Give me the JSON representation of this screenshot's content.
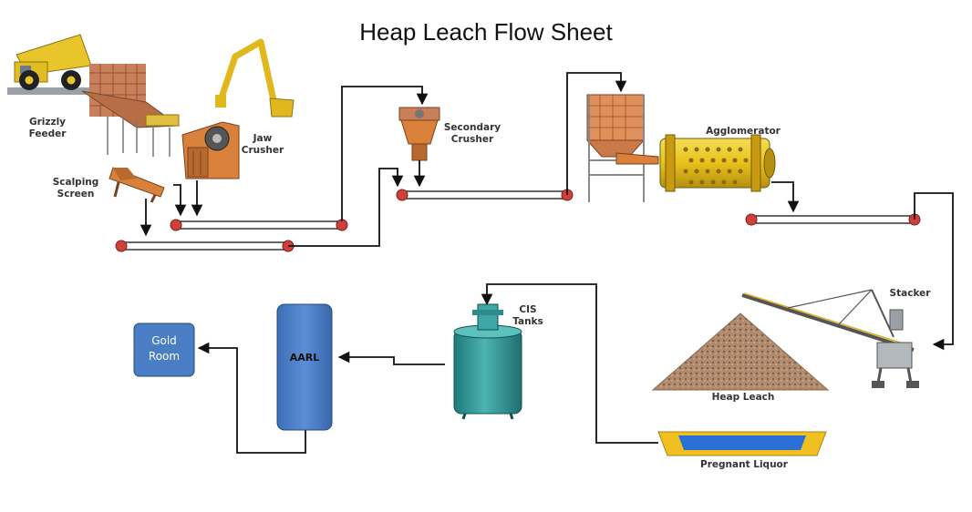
{
  "title": "Heap Leach Flow Sheet",
  "labels": {
    "grizzly_feeder": "Grizzly\nFeeder",
    "jaw_crusher": "Jaw\nCrusher",
    "scalping_screen": "Scalping\nScreen",
    "secondary_crusher": "Secondary\nCrusher",
    "agglomerator": "Agglomerator",
    "stacker": "Stacker",
    "heap_leach": "Heap Leach",
    "pregnant_liquor": "Pregnant Liquor",
    "cis_tanks": "CIS\nTanks",
    "aarl": "AARL",
    "gold_room": "Gold\nRoom"
  },
  "colors": {
    "conveyor_ball": "#d0403a",
    "equipment_orange": "#d9803a",
    "agglomerator_yellow": "#e6c21a",
    "tank_teal": "#2f9a9a",
    "box_blue": "#4a7ec4",
    "liquor_blue": "#2a6fd6",
    "pond_yellow": "#f0c020",
    "heap_brown": "#a8846a"
  }
}
